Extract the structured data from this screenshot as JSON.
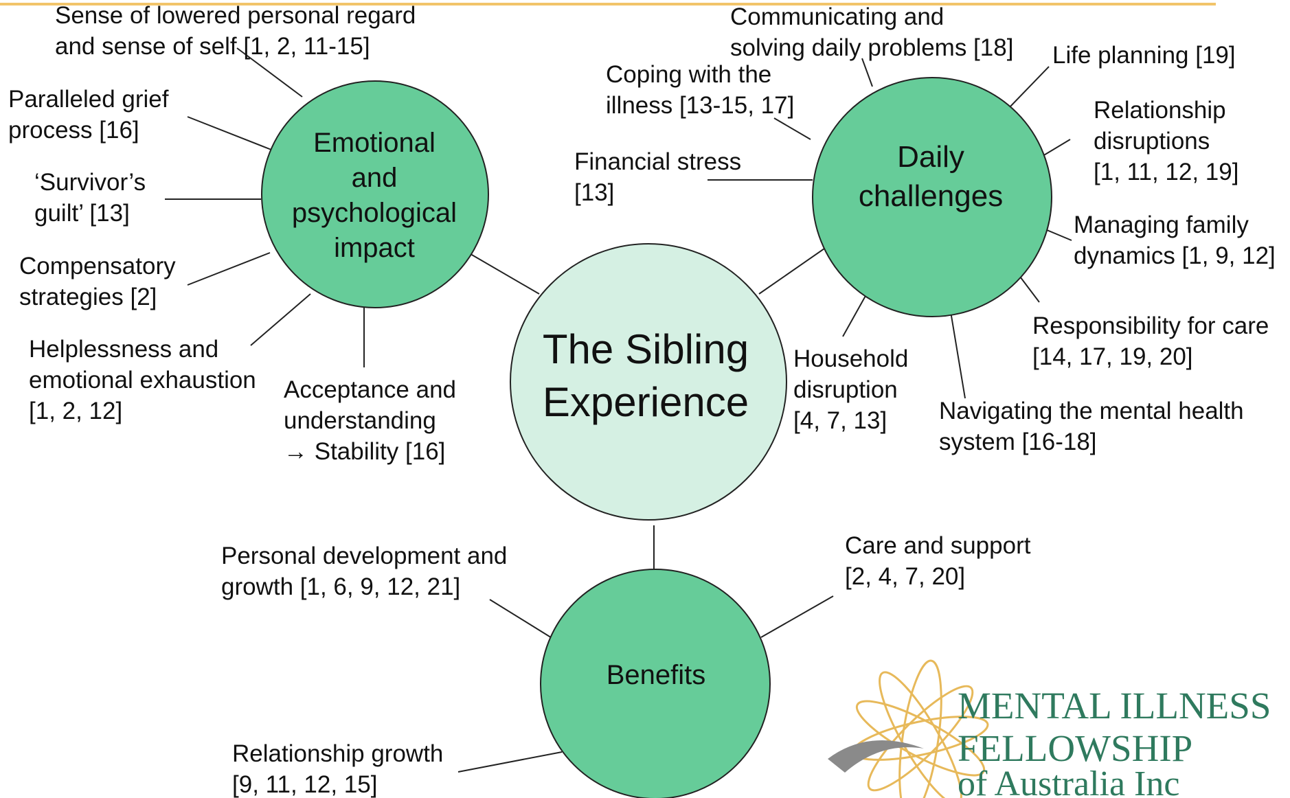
{
  "center": {
    "title": "The Sibling\nExperience"
  },
  "themes": {
    "emotional": "Emotional\nand\npsychological\nimpact",
    "daily": "Daily\nchallenges",
    "benefits": "Benefits"
  },
  "emotional_items": {
    "lowered_regard": "Sense of lowered personal regard\nand sense of self [1, 2, 11-15]",
    "grief": "Paralleled grief\nprocess [16]",
    "survivors_guilt": "‘Survivor’s\nguilt’ [13]",
    "compensatory": "Compensatory\nstrategies [2]",
    "helplessness": "Helplessness and\nemotional exhaustion\n[1, 2, 12]",
    "acceptance": "Acceptance and\nunderstanding\n→ Stability [16]"
  },
  "daily_items": {
    "communicating": "Communicating and\nsolving daily problems [18]",
    "life_planning": "Life planning [19]",
    "coping": "Coping with the\nillness [13-15, 17]",
    "relationship_disruptions": "Relationship\ndisruptions\n[1, 11, 12, 19]",
    "financial": "Financial stress\n[13]",
    "family_dynamics": "Managing family\ndynamics [1, 9, 12]",
    "responsibility": "Responsibility for care\n[14, 17, 19, 20]",
    "household": "Household\ndisruption\n[4, 7, 13]",
    "navigating": "Navigating the mental health\nsystem [16-18]"
  },
  "benefit_items": {
    "personal_growth": "Personal development and\ngrowth [1, 6, 9, 12, 21]",
    "care_support": "Care and support\n[2, 4, 7, 20]",
    "relationship_growth": "Relationship growth\n[9, 11, 12, 15]"
  },
  "logo": {
    "line1": "MENTAL ILLNESS",
    "line2": "FELLOWSHIP",
    "line3": "of Australia Inc"
  },
  "colors": {
    "theme_circle": "#66cc99",
    "center_circle": "#d5f0e3",
    "header_rule": "#f2c46a",
    "logo_text": "#2f7a5e",
    "logo_petal": "#e7b95a",
    "logo_swoosh": "#8a8a8a"
  }
}
